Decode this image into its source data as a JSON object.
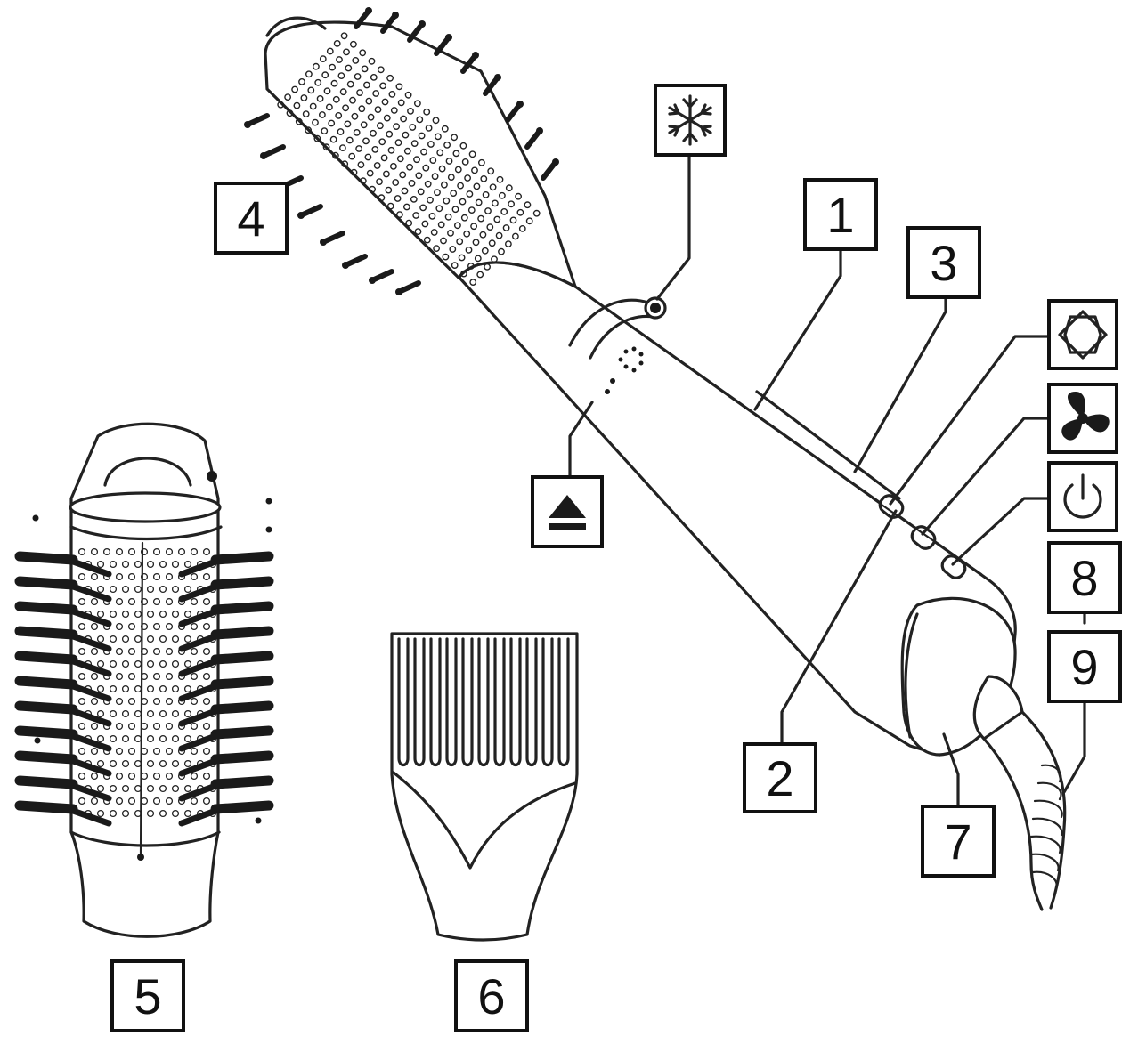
{
  "callouts": [
    {
      "id": "1",
      "text": "1"
    },
    {
      "id": "2",
      "text": "2"
    },
    {
      "id": "3",
      "text": "3"
    },
    {
      "id": "4",
      "text": "4"
    },
    {
      "id": "5",
      "text": "5"
    },
    {
      "id": "6",
      "text": "6"
    },
    {
      "id": "7",
      "text": "7"
    },
    {
      "id": "8",
      "text": "8"
    },
    {
      "id": "9",
      "text": "9"
    }
  ],
  "symbols": {
    "cool_shot": "snowflake-icon",
    "heat_setting": "hexagon-heat-icon",
    "fan_speed": "fan-icon",
    "power": "power-icon",
    "release": "eject-icon"
  },
  "colors": {
    "ink": "#111111",
    "background": "#ffffff"
  }
}
